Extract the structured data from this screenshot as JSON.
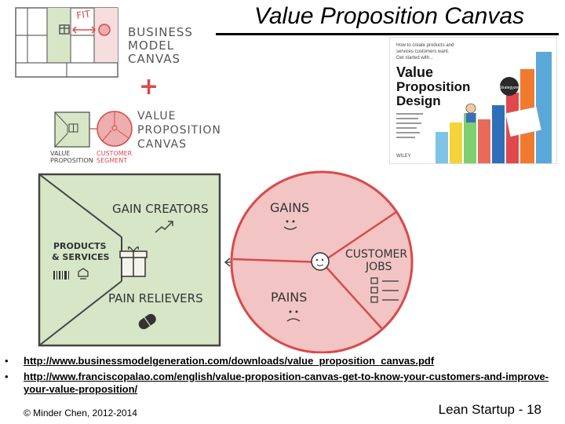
{
  "slide": {
    "title": "Value Proposition Canvas",
    "links": [
      "http://www.businessmodelgeneration.com/downloads/value_proposition_canvas.pdf",
      "http://www.franciscopalao.com/english/value-proposition-canvas-get-to-know-your-customers-and-improve-your-value-proposition/"
    ],
    "bullet_char": "•",
    "footer_left": "© Minder Chen, 2012-2014",
    "footer_right": "Lean Startup - 18"
  },
  "sketch": {
    "fit_label": "FIT",
    "business_model_canvas": [
      "BUSINESS",
      "MODEL",
      "CANVAS"
    ],
    "plus_sign": "+",
    "value_proposition_canvas": [
      "VALUE",
      "PROPOSITION",
      "CANVAS"
    ],
    "mini_value_label": [
      "VALUE",
      "PROPOSITION"
    ],
    "mini_customer_label": [
      "CUSTOMER",
      "SEGMENT"
    ],
    "gain_creators": "GAIN CREATORS",
    "products_services": [
      "PRODUCTS",
      "& SERVICES"
    ],
    "pain_relievers": "PAIN RELIEVERS",
    "gains": "GAINS",
    "pains": "PAINS",
    "customer_jobs": [
      "CUSTOMER",
      "JOBS"
    ]
  },
  "book": {
    "tagline": [
      "How to create products and",
      "services customers want.",
      "Get started with..."
    ],
    "title_lines": [
      "Value",
      "Proposition",
      "Design"
    ],
    "publisher": "WILEY",
    "badge": "Strategyzer"
  },
  "colors": {
    "value_green": "#d6e6c6",
    "customer_pink": "#ecaeae",
    "canvas_pink_fill": "#f2c4c4",
    "accent_red": "#d94a4a",
    "ink": "#333333"
  }
}
